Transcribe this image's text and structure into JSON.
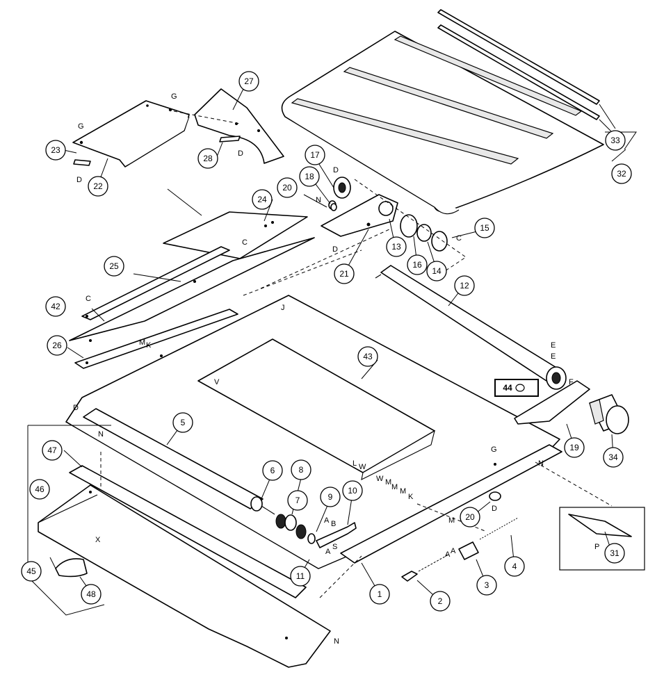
{
  "callouts": {
    "c1": "1",
    "c2": "2",
    "c3": "3",
    "c4": "4",
    "c5": "5",
    "c6": "6",
    "c7": "7",
    "c8": "8",
    "c9": "9",
    "c10": "10",
    "c11": "11",
    "c12": "12",
    "c13": "13",
    "c14": "14",
    "c15": "15",
    "c16": "16",
    "c17": "17",
    "c18": "18",
    "c19": "19",
    "c20a": "20",
    "c20b": "20",
    "c21": "21",
    "c22": "22",
    "c23": "23",
    "c24": "24",
    "c25": "25",
    "c26": "26",
    "c27": "27",
    "c28": "28",
    "c31": "31",
    "c32": "32",
    "c33": "33",
    "c34": "34",
    "c42": "42",
    "c43": "43",
    "c44": "44",
    "c45": "45",
    "c46": "46",
    "c47": "47",
    "c48": "48"
  },
  "letters": {
    "G1": "G",
    "G2": "G",
    "G3": "G",
    "D1": "D",
    "D2": "D",
    "D3": "D",
    "D4": "D",
    "D5": "D",
    "D6": "D",
    "N1": "N",
    "N2": "N",
    "N3": "N",
    "N4": "N",
    "C1": "C",
    "C2": "C",
    "C3": "C",
    "E1": "E",
    "E2": "E",
    "F1": "F",
    "J1": "J",
    "K1": "K",
    "K2": "K",
    "M1": "M",
    "M2": "M",
    "M3": "M",
    "M4": "M",
    "M5": "M",
    "V1": "V",
    "L1": "L",
    "W1": "W",
    "W2": "W",
    "A1": "A",
    "A2": "A",
    "A3": "A",
    "A4": "A",
    "B1": "B",
    "S1": "S",
    "X1": "X",
    "P1": "P"
  }
}
